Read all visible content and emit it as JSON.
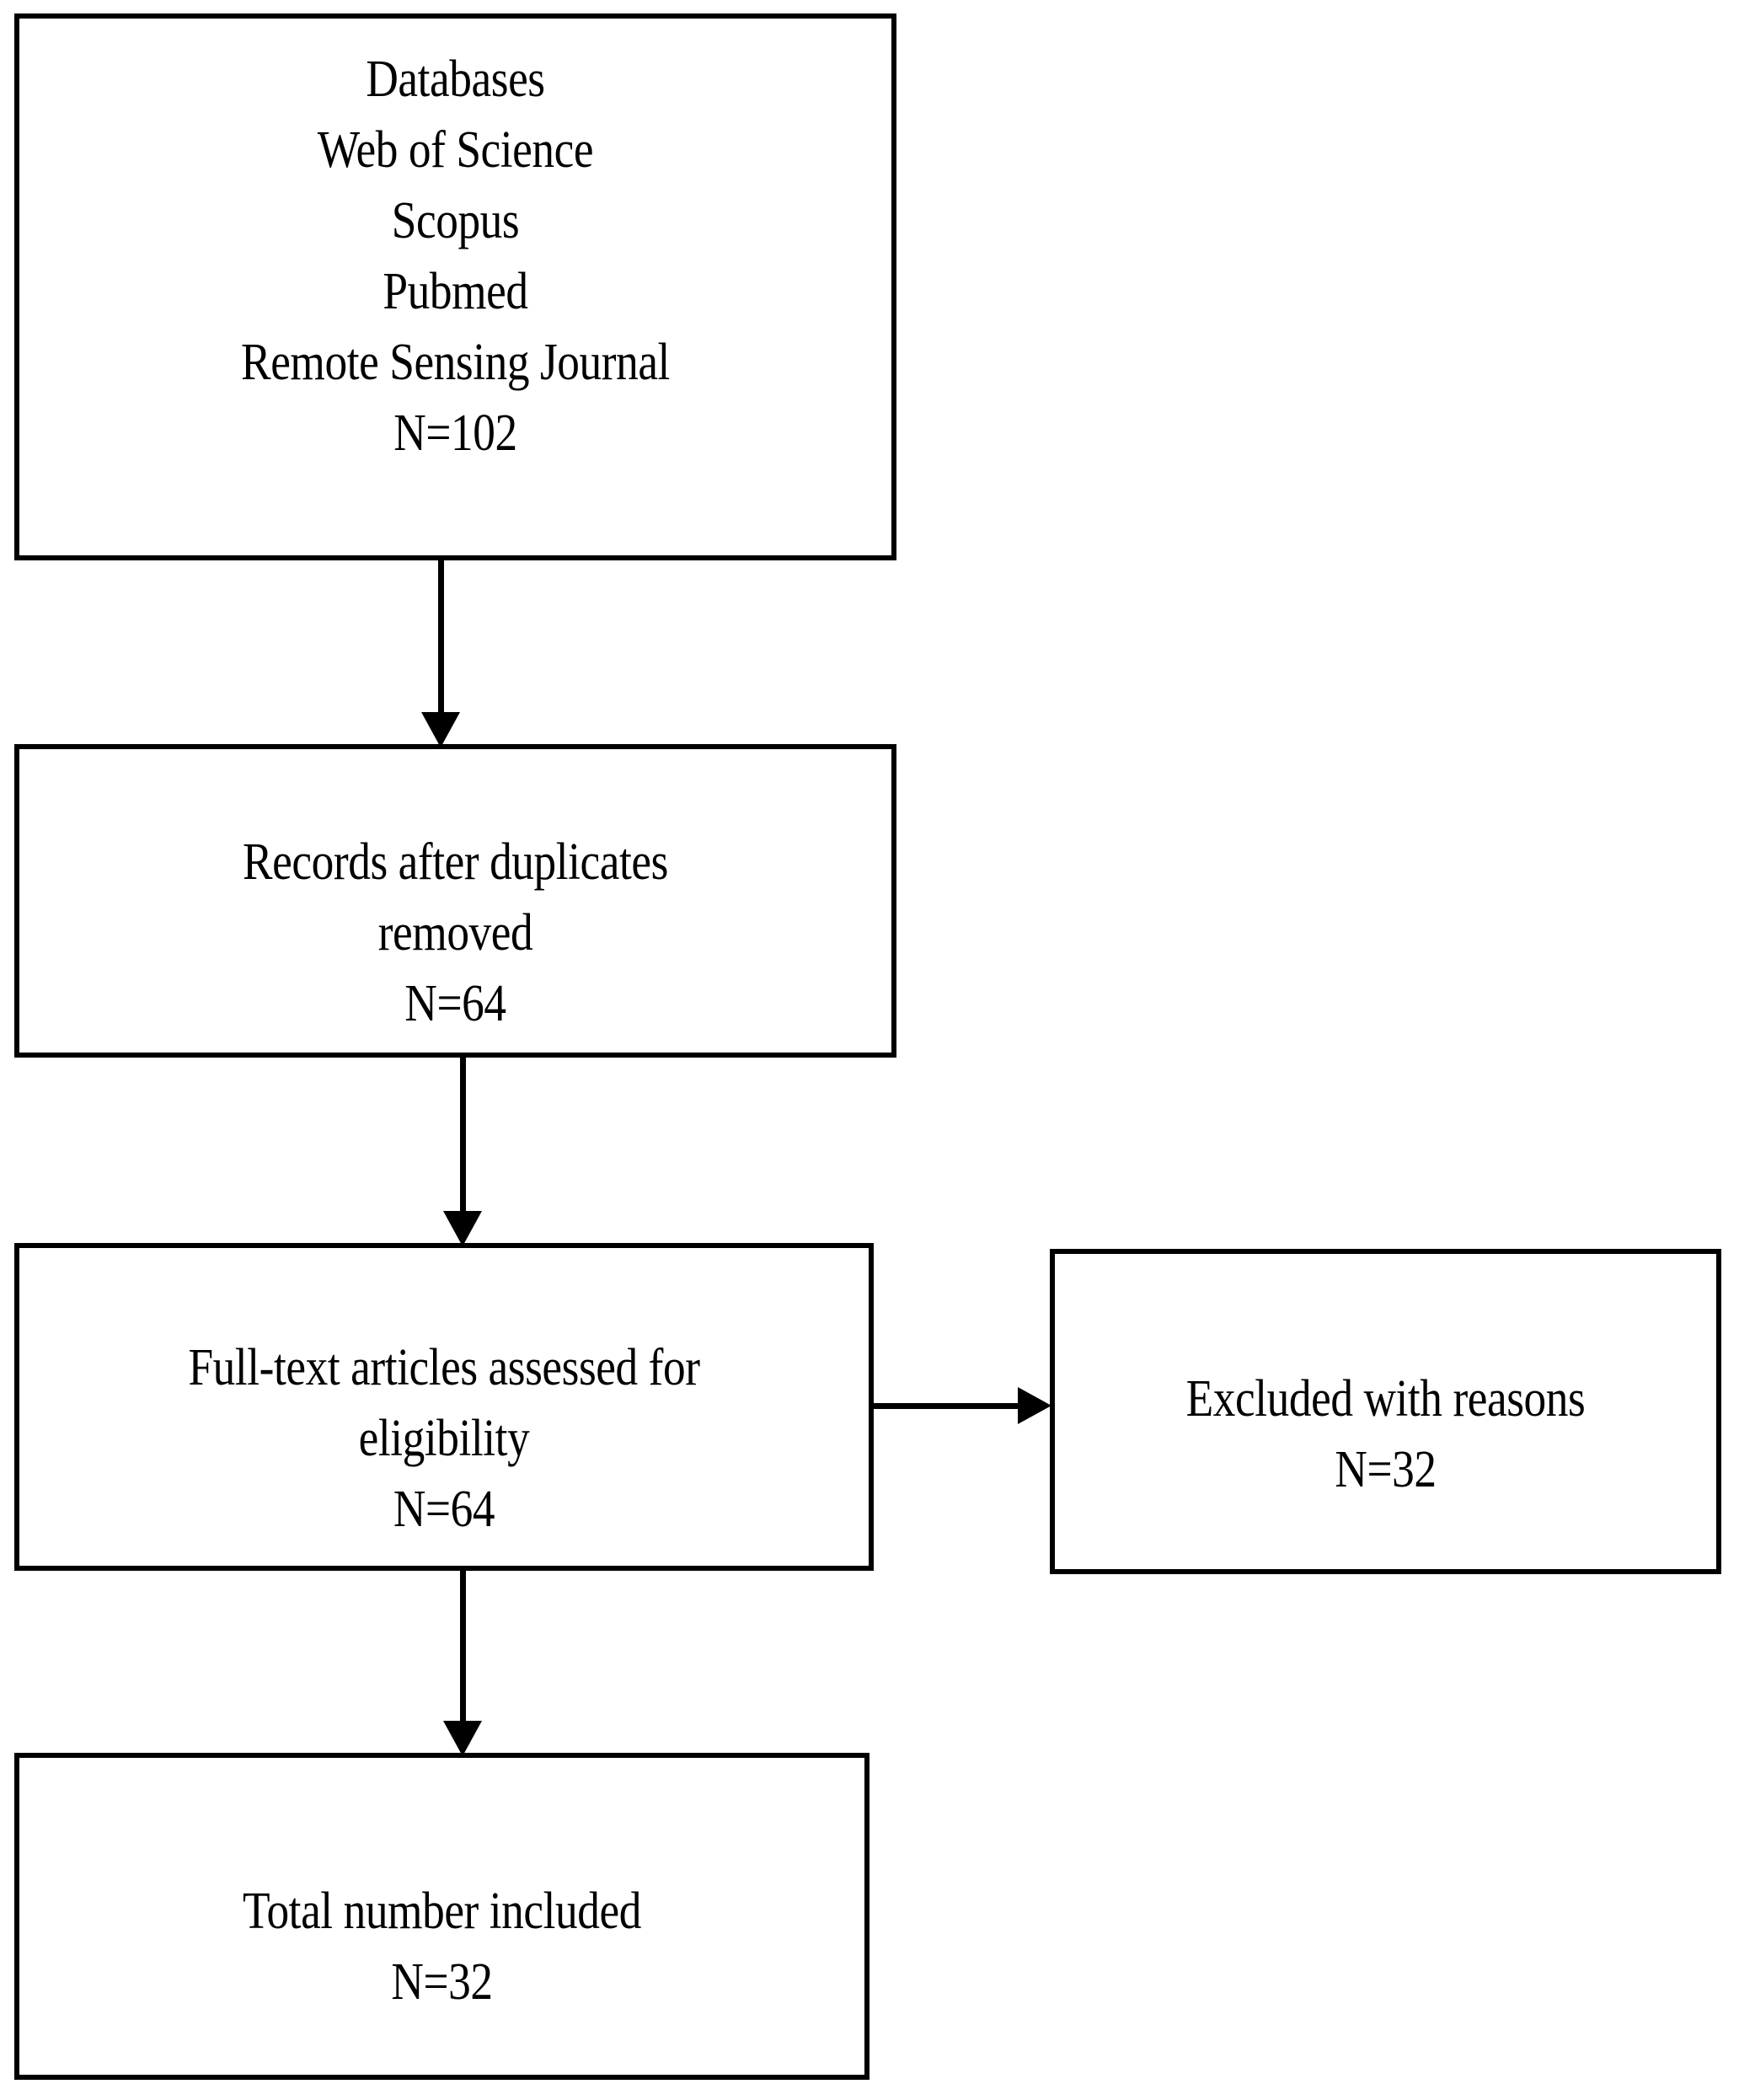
{
  "diagram": {
    "type": "prisma-flow-diagram",
    "orientation": "vertical",
    "background_color": "#ffffff",
    "line_color": "#000000",
    "text_color": "#000000"
  },
  "nodes": {
    "databases": {
      "name": "databases-box",
      "text": "Databases\nWeb of Science\nScopus\nPubmed\nRemote Sensing Journal\nN=102",
      "lines": [
        "Databases",
        "Web of Science",
        "Scopus",
        "Pubmed",
        "Remote Sensing Journal",
        "N=102"
      ],
      "count_label": "N=102",
      "count": 102,
      "sources": [
        "Web of Science",
        "Scopus",
        "Pubmed",
        "Remote Sensing Journal"
      ]
    },
    "duplicates_removed": {
      "name": "records-after-duplicates-box",
      "text": "Records after duplicates\nremoved\nN=64",
      "lines": [
        "Records after duplicates",
        "removed",
        "N=64"
      ],
      "count_label": "N=64",
      "count": 64
    },
    "full_text_assessed": {
      "name": "full-text-eligibility-box",
      "text": "Full-text articles assessed for\neligibility\nN=64",
      "lines": [
        "Full-text articles assessed for",
        "eligibility",
        "N=64"
      ],
      "count_label": "N=64",
      "count": 64
    },
    "excluded": {
      "name": "excluded-with-reasons-box",
      "text": "Excluded with reasons\nN=32",
      "lines": [
        "Excluded with reasons",
        "N=32"
      ],
      "count_label": "N=32",
      "count": 32
    },
    "included": {
      "name": "total-included-box",
      "text": "Total number included\nN=32",
      "lines": [
        "Total number included",
        "N=32"
      ],
      "count_label": "N=32",
      "count": 32
    }
  },
  "edges": [
    {
      "from": "databases",
      "to": "duplicates_removed",
      "direction": "down"
    },
    {
      "from": "duplicates_removed",
      "to": "full_text_assessed",
      "direction": "down"
    },
    {
      "from": "full_text_assessed",
      "to": "excluded",
      "direction": "right"
    },
    {
      "from": "full_text_assessed",
      "to": "included",
      "direction": "down"
    }
  ]
}
